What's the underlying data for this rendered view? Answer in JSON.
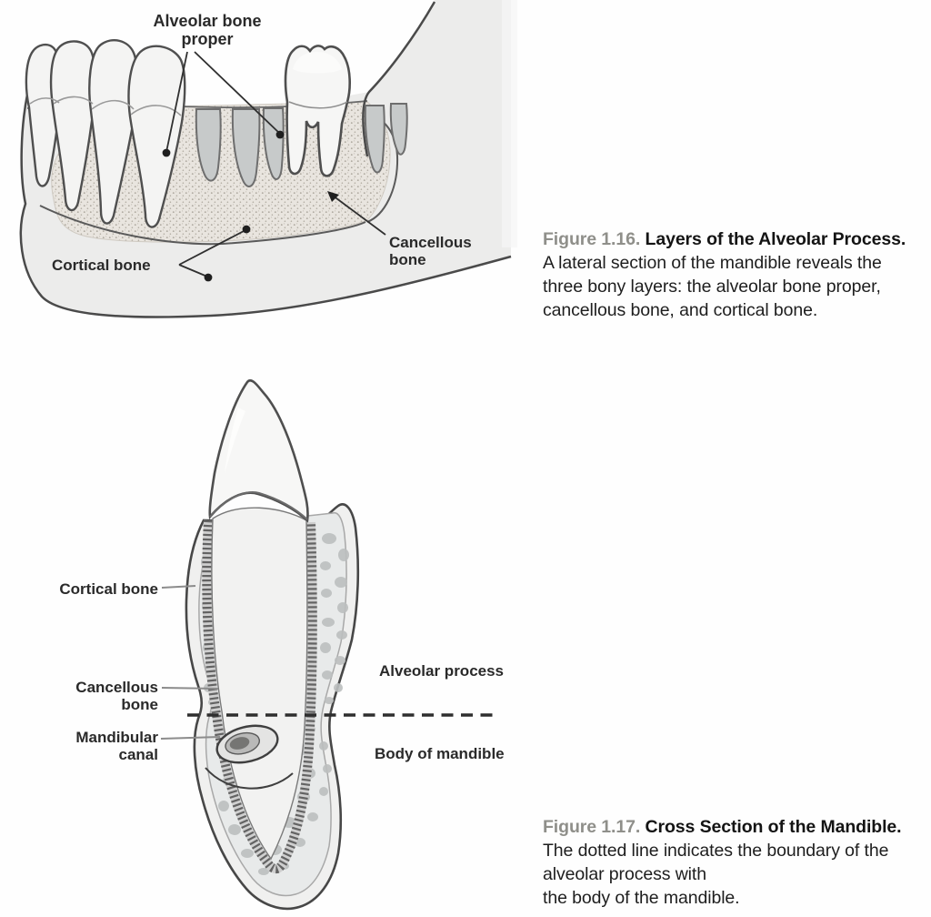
{
  "figure_1_16": {
    "labels": {
      "alveolar_bone_proper": {
        "line1": "Alveolar bone",
        "line2": "proper"
      },
      "cortical_bone": "Cortical bone",
      "cancellous_bone": {
        "line1": "Cancellous",
        "line2": "bone"
      }
    },
    "caption": {
      "number": "Figure 1.16.",
      "title": "Layers of the Alveolar Process.",
      "line2": "A lateral section of the mandible reveals the",
      "line3": "three bony layers: the alveolar bone proper,",
      "line4": "cancellous bone, and cortical bone."
    }
  },
  "figure_1_17": {
    "labels": {
      "cortical_bone": "Cortical bone",
      "cancellous_bone": {
        "line1": "Cancellous",
        "line2": "bone"
      },
      "mandibular_canal": {
        "line1": "Mandibular",
        "line2": "canal"
      },
      "alveolar_process": "Alveolar process",
      "body_of_mandible": "Body of mandible"
    },
    "caption": {
      "number": "Figure 1.17.",
      "title": "Cross Section of the Mandible.",
      "line2": "The dotted line indicates the boundary of the",
      "line3": "alveolar process with",
      "line4": "the body of the mandible."
    }
  },
  "colors": {
    "outline": "#4a4a4a",
    "jaw_fill": "#ececeb",
    "cancellous_fill": "#e9e5df",
    "socket_fill": "#c7caca",
    "caption_number_gray": "#8f8f8a",
    "label_text": "#2a2a2a"
  }
}
